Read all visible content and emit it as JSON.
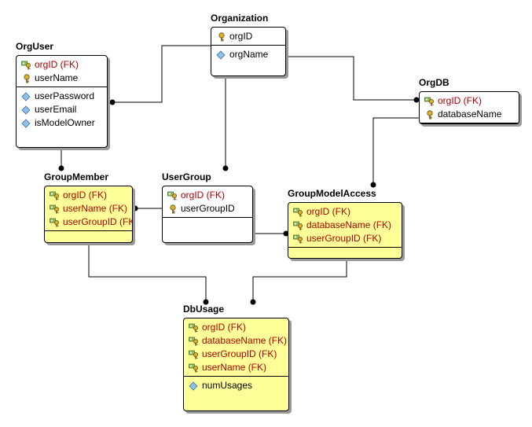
{
  "diagram": {
    "entities": [
      {
        "id": "orguser",
        "title": "OrgUser",
        "color": "white",
        "keys": [
          {
            "name": "orgID (FK)",
            "fk": true,
            "icon": "foreign-key-icon"
          },
          {
            "name": "userName",
            "fk": false,
            "icon": "primary-key-icon"
          }
        ],
        "attributes": [
          {
            "name": "userPassword",
            "icon": "attribute-diamond-icon"
          },
          {
            "name": "userEmail",
            "icon": "attribute-diamond-icon"
          },
          {
            "name": "isModelOwner",
            "icon": "attribute-diamond-icon"
          }
        ]
      },
      {
        "id": "organization",
        "title": "Organization",
        "color": "white",
        "keys": [
          {
            "name": "orgID",
            "fk": false,
            "icon": "primary-key-icon"
          }
        ],
        "attributes": [
          {
            "name": "orgName",
            "icon": "attribute-diamond-icon"
          }
        ]
      },
      {
        "id": "orgdb",
        "title": "OrgDB",
        "color": "white",
        "keys": [
          {
            "name": "orgID (FK)",
            "fk": true,
            "icon": "foreign-key-icon"
          },
          {
            "name": "databaseName",
            "fk": false,
            "icon": "primary-key-icon"
          }
        ],
        "attributes": []
      },
      {
        "id": "groupmember",
        "title": "GroupMember",
        "color": "yellow",
        "keys": [
          {
            "name": "orgID (FK)",
            "fk": true,
            "icon": "foreign-key-icon"
          },
          {
            "name": "userName (FK)",
            "fk": true,
            "icon": "foreign-key-icon"
          },
          {
            "name": "userGroupID (FK)",
            "fk": true,
            "icon": "foreign-key-icon"
          }
        ],
        "attributes": []
      },
      {
        "id": "usergroup",
        "title": "UserGroup",
        "color": "white",
        "keys": [
          {
            "name": "orgID (FK)",
            "fk": true,
            "icon": "foreign-key-icon"
          },
          {
            "name": "userGroupID",
            "fk": false,
            "icon": "primary-key-icon"
          }
        ],
        "attributes": []
      },
      {
        "id": "groupmodelaccess",
        "title": "GroupModelAccess",
        "color": "yellow",
        "keys": [
          {
            "name": "orgID (FK)",
            "fk": true,
            "icon": "foreign-key-icon"
          },
          {
            "name": "databaseName (FK)",
            "fk": true,
            "icon": "foreign-key-icon"
          },
          {
            "name": "userGroupID (FK)",
            "fk": true,
            "icon": "foreign-key-icon"
          }
        ],
        "attributes": []
      },
      {
        "id": "dbusage",
        "title": "DbUsage",
        "color": "yellow",
        "keys": [
          {
            "name": "orgID (FK)",
            "fk": true,
            "icon": "foreign-key-icon"
          },
          {
            "name": "databaseName (FK)",
            "fk": true,
            "icon": "foreign-key-icon"
          },
          {
            "name": "userGroupID (FK)",
            "fk": true,
            "icon": "foreign-key-icon"
          },
          {
            "name": "userName (FK)",
            "fk": true,
            "icon": "foreign-key-icon"
          }
        ],
        "attributes": [
          {
            "name": "numUsages",
            "icon": "attribute-diamond-icon"
          }
        ]
      }
    ],
    "relationships": [
      {
        "from": "organization",
        "to": "orguser"
      },
      {
        "from": "organization",
        "to": "orgdb"
      },
      {
        "from": "organization",
        "to": "usergroup"
      },
      {
        "from": "orguser",
        "to": "groupmember"
      },
      {
        "from": "usergroup",
        "to": "groupmember"
      },
      {
        "from": "orgdb",
        "to": "groupmodelaccess"
      },
      {
        "from": "usergroup",
        "to": "groupmodelaccess"
      },
      {
        "from": "groupmember",
        "to": "dbusage"
      },
      {
        "from": "groupmodelaccess",
        "to": "dbusage"
      }
    ],
    "colors": {
      "entity_yellow": "#ffff99",
      "entity_white": "#ffffff",
      "fk_text": "#b00000",
      "line": "#000000",
      "shadow": "#9a9a9a"
    }
  }
}
